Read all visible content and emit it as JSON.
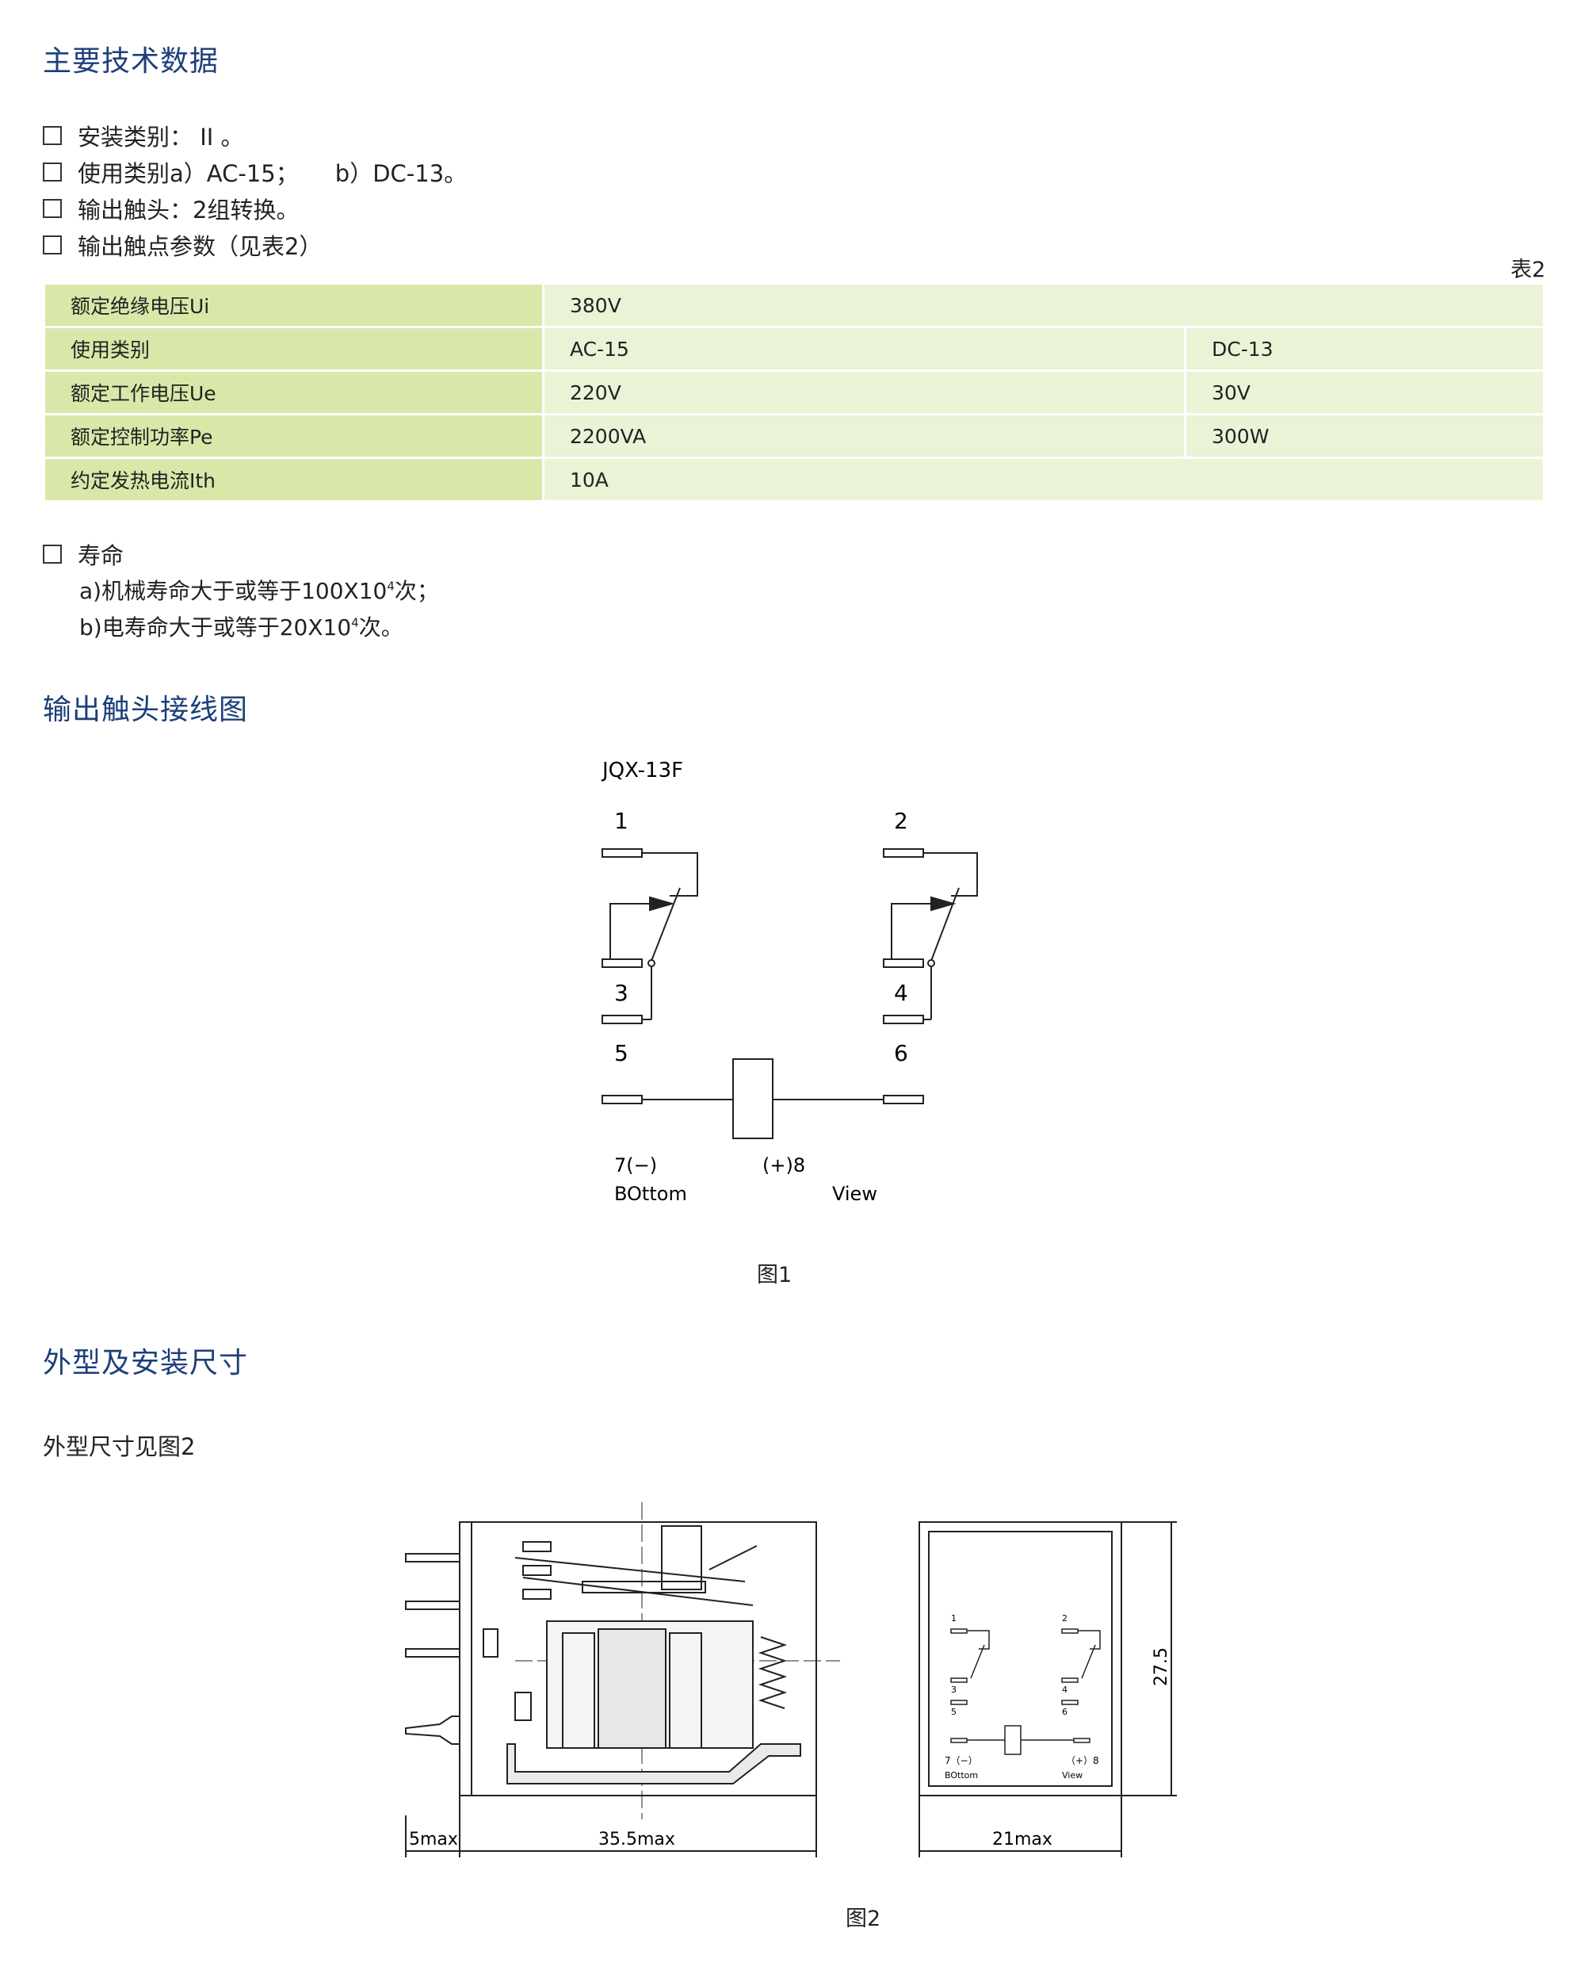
{
  "sections": {
    "tech_title": "主要技术数据",
    "wiring_title": "输出触头接线图",
    "dims_title": "外型及安装尺寸"
  },
  "bullets": [
    "安装类别： II 。",
    "使用类别a）AC-15；     b）DC-13。",
    "输出触头：2组转换。",
    "输出触点参数（见表2）"
  ],
  "table": {
    "caption": "表2",
    "rows": [
      {
        "label": "额定绝缘电压Ui",
        "values": [
          "380V"
        ]
      },
      {
        "label": "使用类别",
        "values": [
          "AC-15",
          "DC-13"
        ]
      },
      {
        "label": "额定工作电压Ue",
        "values": [
          "220V",
          "30V"
        ]
      },
      {
        "label": "额定控制功率Pe",
        "values": [
          "2200VA",
          "300W"
        ]
      },
      {
        "label": "约定发热电流Ith",
        "values": [
          "10A"
        ]
      }
    ]
  },
  "life": {
    "title": "寿命",
    "a_text": "a)机械寿命大于或等于100X10",
    "b_text": "b)电寿命大于或等于20X10",
    "exponent": "4",
    "unit_a": "次；",
    "unit_b": "次。"
  },
  "figure1": {
    "model": "JQX-13F",
    "pins": [
      "1",
      "2",
      "3",
      "4",
      "5",
      "6"
    ],
    "coil_left": "7(−)",
    "coil_right": "(+)8",
    "bottom": "BOttom",
    "view": "View",
    "caption": "图1"
  },
  "dims_note": "外型尺寸见图2",
  "figure2": {
    "dim_pin": "5max",
    "dim_length": "35.5max",
    "dim_width": "21max",
    "dim_height": "27.5",
    "mini_pins": [
      "1",
      "2",
      "3",
      "4",
      "5",
      "6"
    ],
    "mini_coil_left": "7（−）",
    "mini_coil_right": "（+）8",
    "mini_bottom": "BOttom",
    "mini_view": "View",
    "caption": "图2"
  }
}
